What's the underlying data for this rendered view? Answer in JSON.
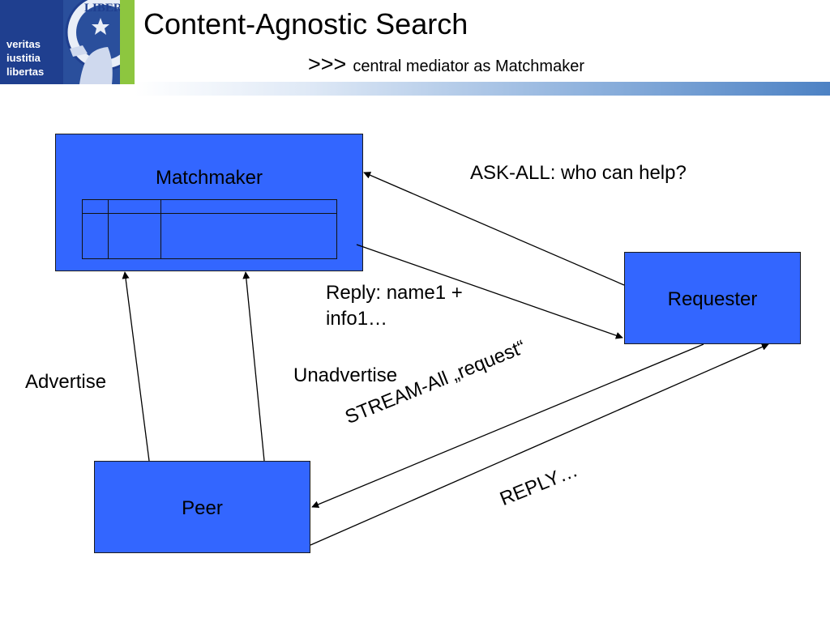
{
  "header": {
    "title": "Content-Agnostic Search",
    "subtitle_prefix": ">>>",
    "subtitle": "central mediator as Matchmaker",
    "logo": {
      "motto": [
        "veritas",
        "iustitia",
        "libertas"
      ],
      "seal_text": "LIBERT"
    }
  },
  "diagram": {
    "matchmaker": {
      "label": "Matchmaker"
    },
    "requester": {
      "label": "Requester"
    },
    "peer": {
      "label": "Peer"
    },
    "labels": {
      "ask_all": "ASK-ALL: who can help?",
      "reply_line1": "Reply: name1 +",
      "reply_line2": "info1…",
      "advertise": "Advertise",
      "unadvertise": "Unadvertise",
      "stream_all": "STREAM-All „request“",
      "reply_peer": "REPLY…"
    }
  },
  "colors": {
    "box_fill": "#3366ff",
    "logo_blue": "#1f3f8f",
    "logo_green": "#8dc63f"
  }
}
